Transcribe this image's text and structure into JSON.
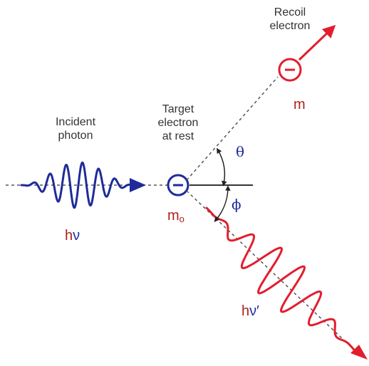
{
  "labels": {
    "recoil_line1": "Recoil",
    "recoil_line2": "electron",
    "target_line1": "Target",
    "target_line2": "electron",
    "target_line3": "at rest",
    "incident_line1": "Incident",
    "incident_line2": "photon"
  },
  "symbols": {
    "m": "m",
    "m0_base": "m",
    "m0_sub": "o",
    "h": "h",
    "nu": "ν",
    "nu_prime": "ν′",
    "theta": "θ",
    "phi": "ϕ",
    "electron_sign": "−"
  },
  "colors": {
    "blue": "#1e2b9a",
    "red": "#e21e2e",
    "dark_red": "#b0201a",
    "line": "#333333",
    "dashed": "#555555"
  }
}
